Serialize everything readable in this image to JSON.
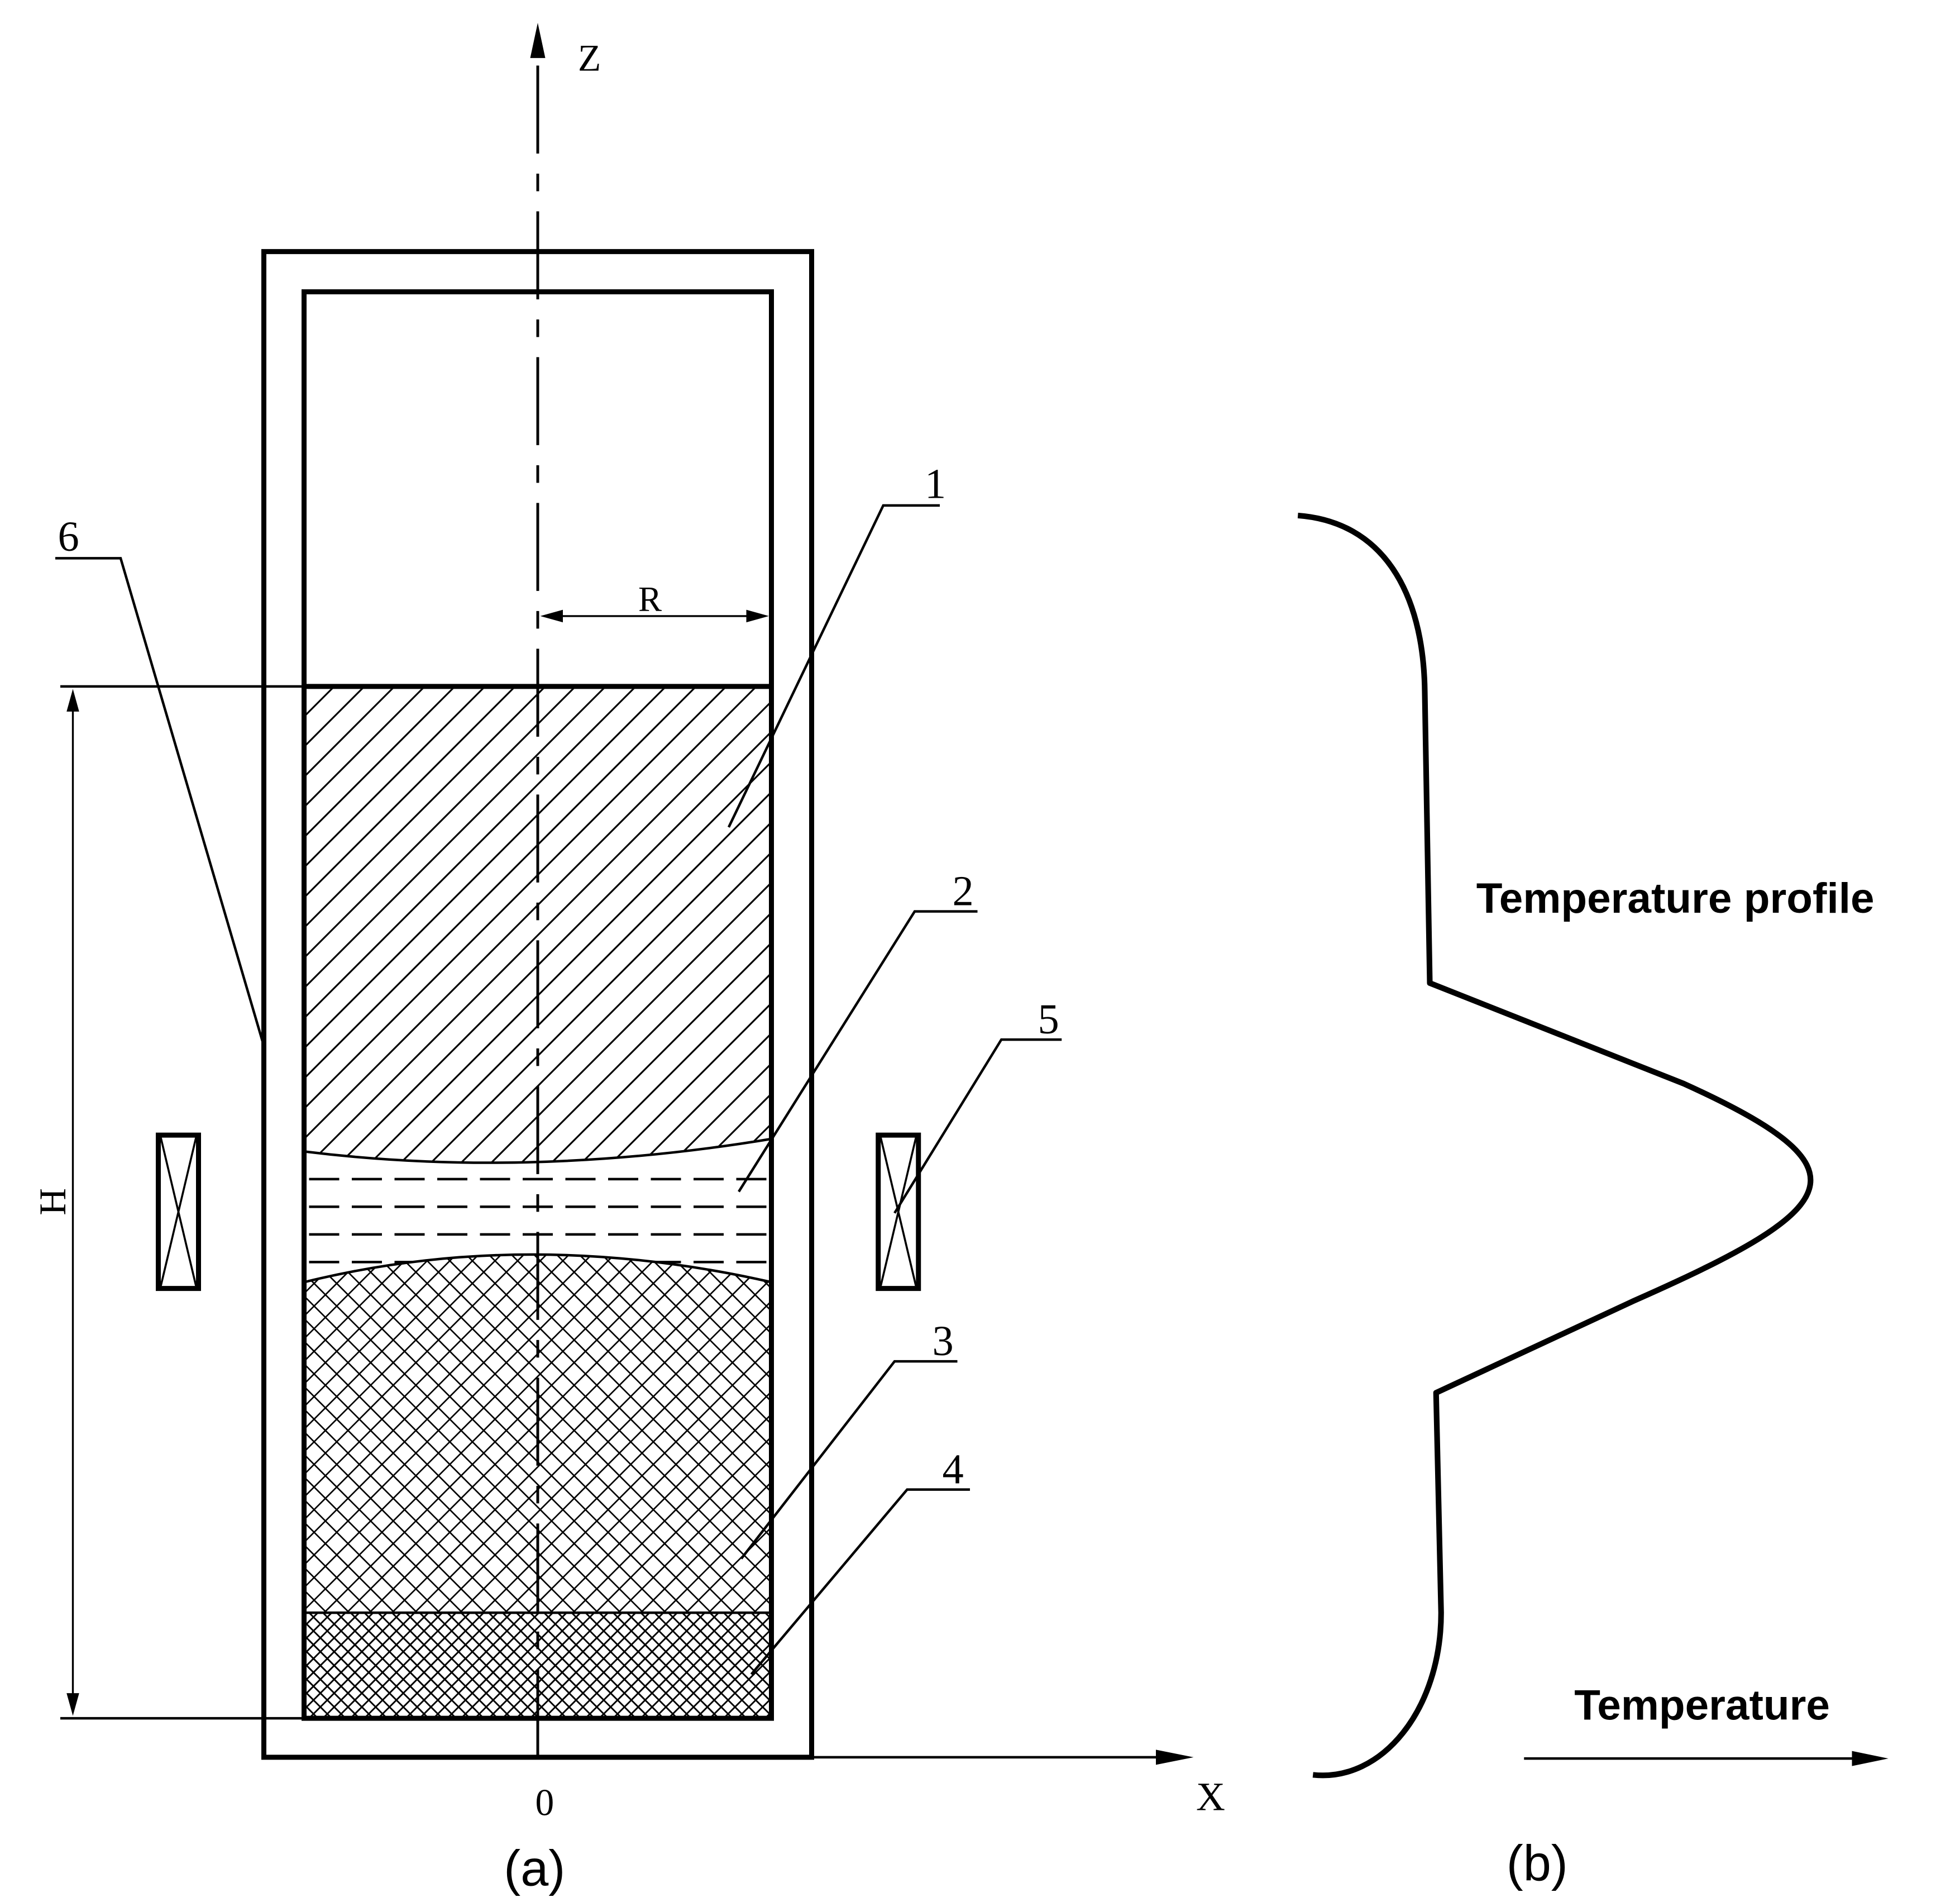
{
  "axis_labels": {
    "z": "Z",
    "x": "X",
    "origin": "0",
    "radius": "R",
    "height": "H"
  },
  "callouts": [
    "1",
    "2",
    "3",
    "4",
    "5",
    "6"
  ],
  "panel_b": {
    "profile_label": "Temperature profile",
    "axis_label": "Temperature"
  },
  "panel_labels": {
    "a": "(a)",
    "b": "(b)"
  }
}
